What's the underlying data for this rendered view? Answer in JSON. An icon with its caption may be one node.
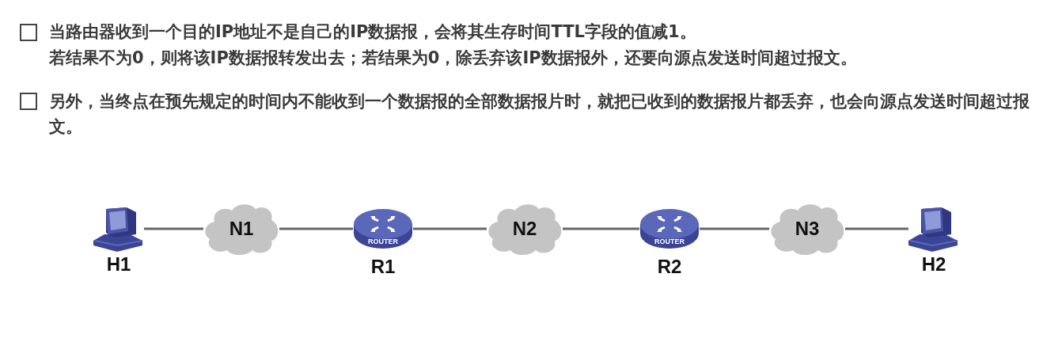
{
  "diagram": {
    "nodes": [
      {
        "text": [],
        "shape": "picture",
        "beside": [
          "H1"
        ]
      },
      {
        "text": [
          "N1"
        ]
      },
      {
        "text": [
          "ROUTER"
        ],
        "beside": [
          "R1"
        ]
      },
      {
        "text": [
          "N2"
        ]
      },
      {
        "text": [
          "ROUTER"
        ],
        "beside": [
          "R2"
        ]
      },
      {
        "text": [
          "N3"
        ]
      },
      {
        "text": [],
        "shape": "picture",
        "beside": [
          "H2"
        ]
      }
    ],
    "edges": [
      {
        "from": 0,
        "to": 1,
        "arrow": "none"
      },
      {
        "from": 1,
        "to": 2,
        "arrow": "none"
      },
      {
        "from": 2,
        "to": 3,
        "arrow": "none"
      },
      {
        "from": 3,
        "to": 4,
        "arrow": "none"
      },
      {
        "from": 4,
        "to": 5,
        "arrow": "none"
      },
      {
        "from": 5,
        "to": 6,
        "arrow": "none"
      }
    ],
    "labels": [
      "当路由器收到一个目的IP地址不是自己的IP数据报，会将其生存时间TTL字段的值减1。",
      "若结果不为0，则将该IP数据报转发出去；若结果为0，除丢弃该IP数据报外，还要向源点发送时间超过报文。",
      "另外，当终点在预先规定的时间内不能收到一个数据报的全部数据报片时，就把已收到的数据报片都丢弃，也会向源点发送时间超过报文。"
    ]
  }
}
